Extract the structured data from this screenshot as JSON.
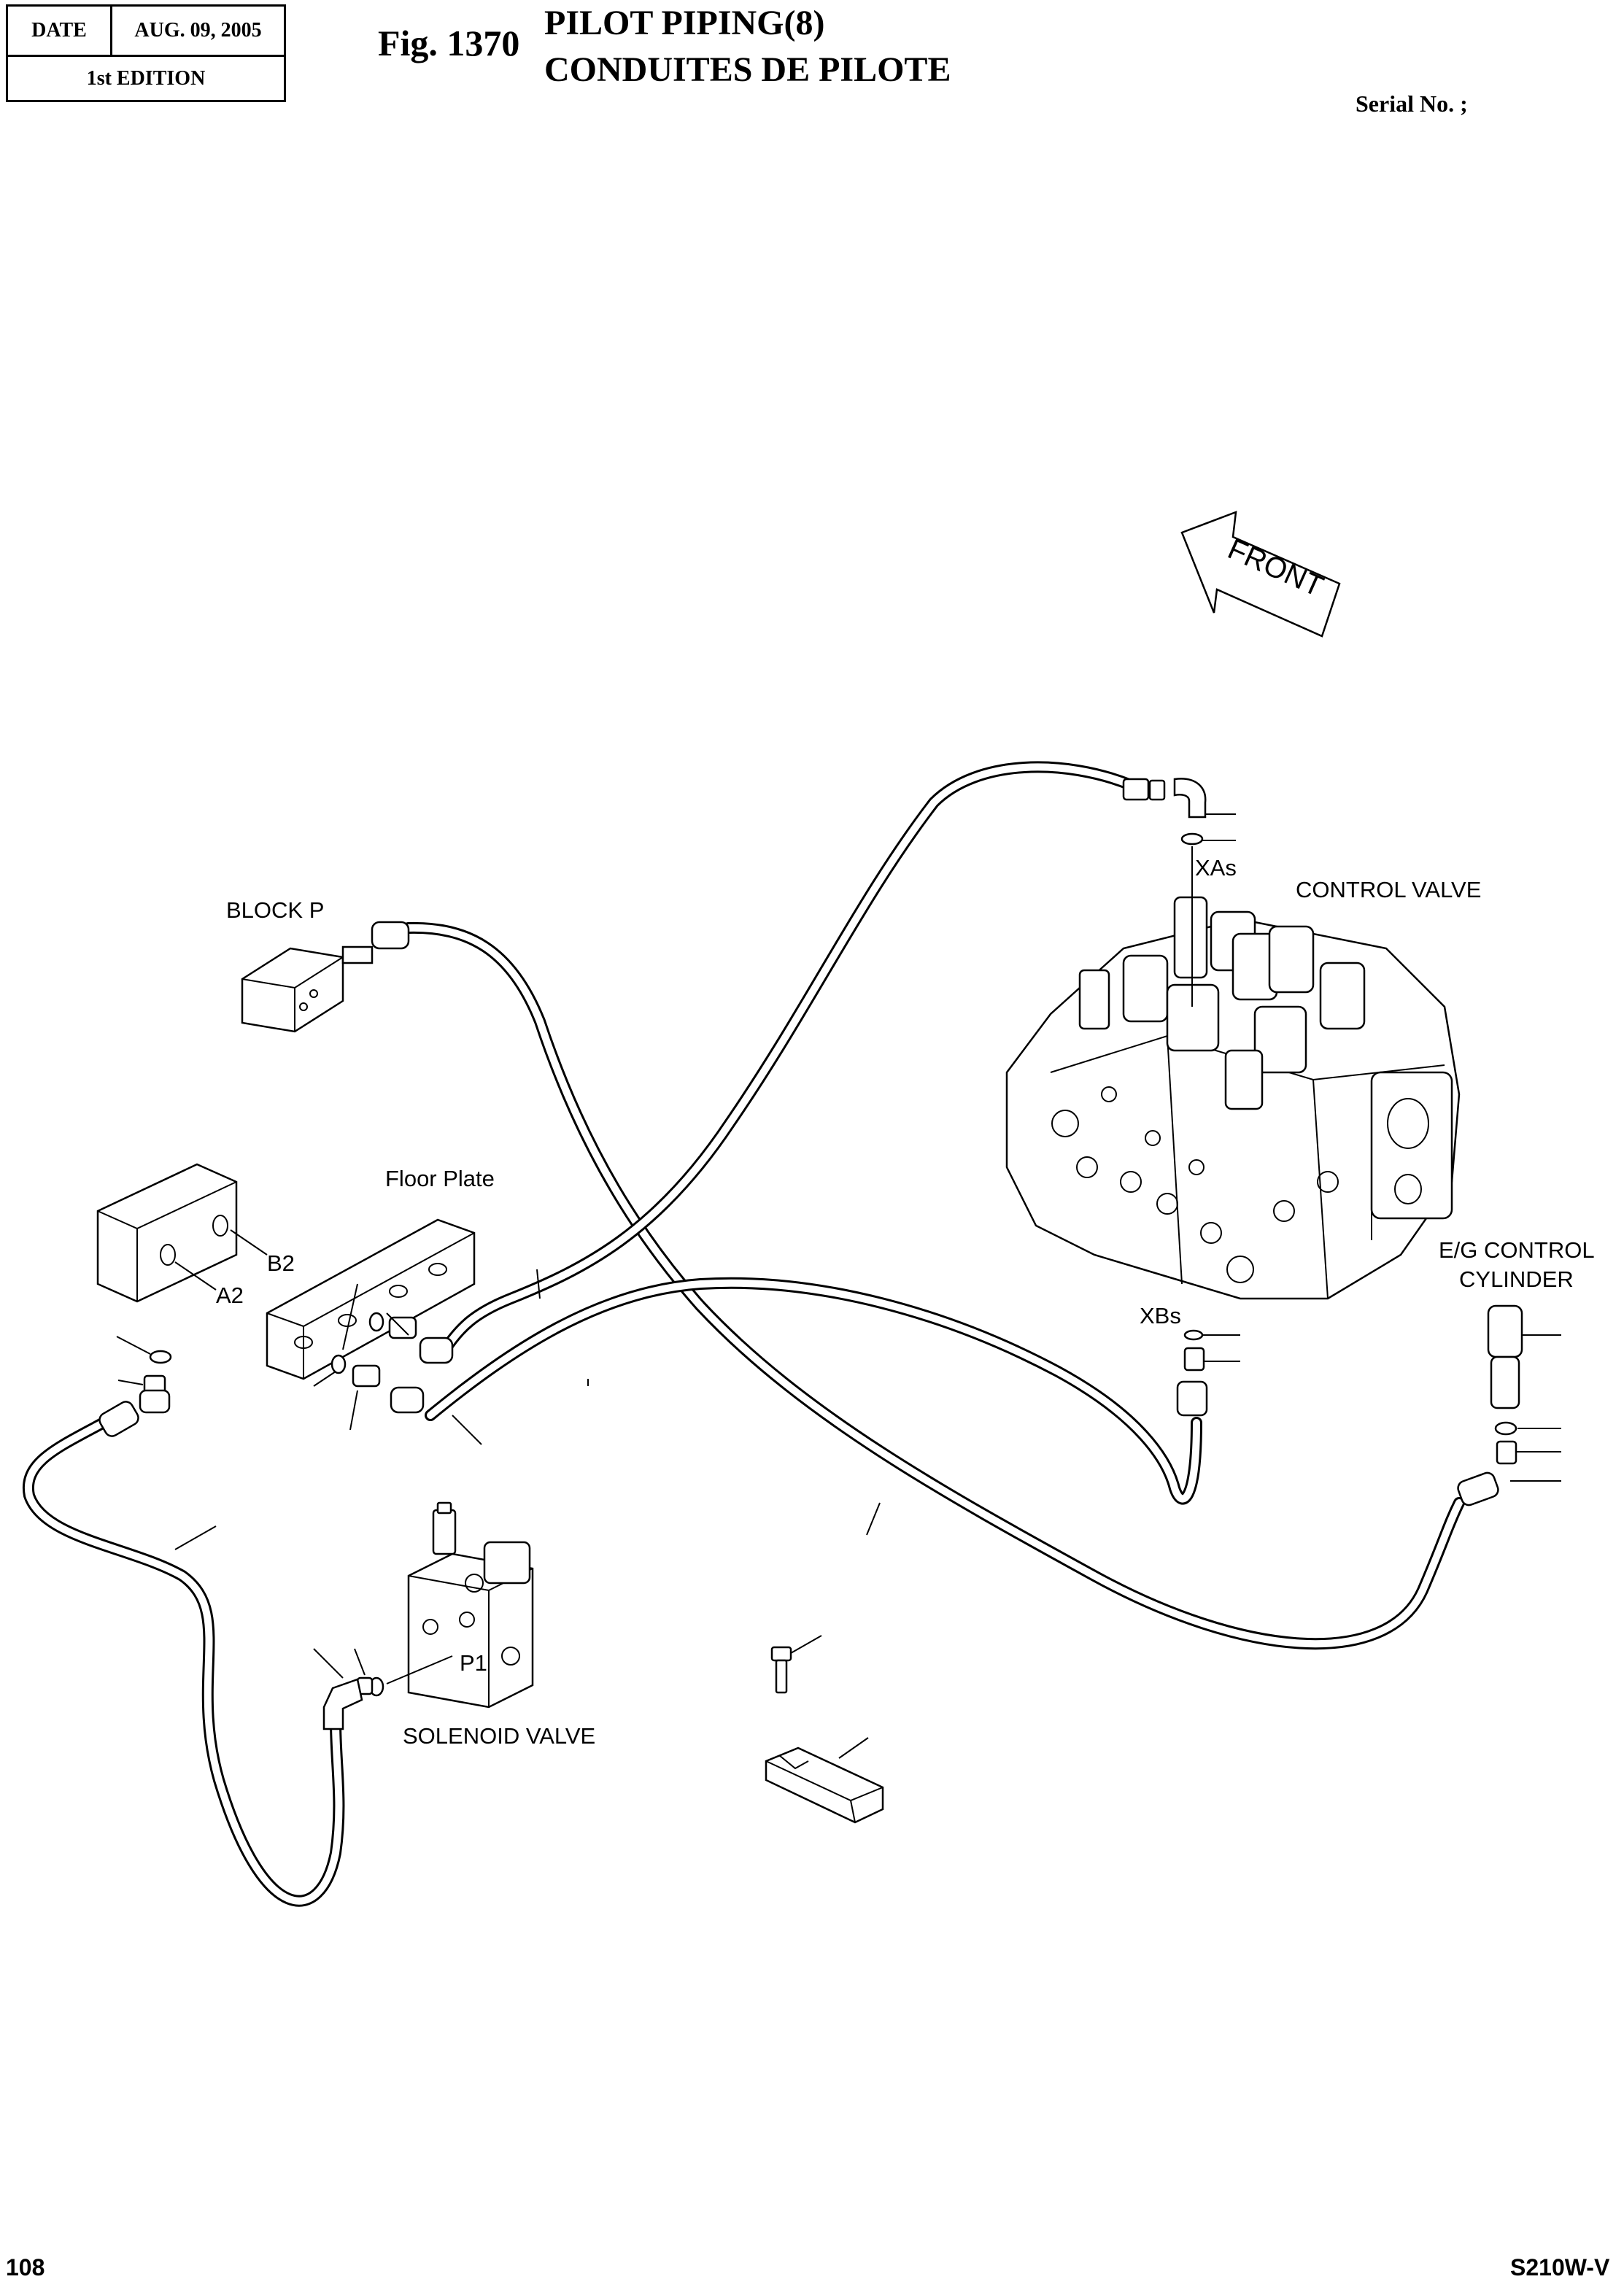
{
  "header": {
    "date_label": "DATE",
    "date_value": "AUG. 09, 2005",
    "edition": "1st EDITION",
    "figure_number": "Fig. 1370",
    "title_en": "PILOT PIPING(8)",
    "title_fr": "CONDUITES DE PILOTE",
    "serial_label": "Serial No. ;"
  },
  "labels": {
    "front": "FRONT",
    "block_p": "BLOCK P",
    "control_valve": "CONTROL VALVE",
    "xas": "XAs",
    "xbs": "XBs",
    "floor_plate": "Floor Plate",
    "b2": "B2",
    "a2": "A2",
    "eg_control_line1": "E/G CONTROL",
    "eg_control_line2": "CYLINDER",
    "p1": "P1",
    "solenoid_valve": "SOLENOID VALVE"
  },
  "footer": {
    "page_number": "108",
    "model": "S210W-V"
  }
}
